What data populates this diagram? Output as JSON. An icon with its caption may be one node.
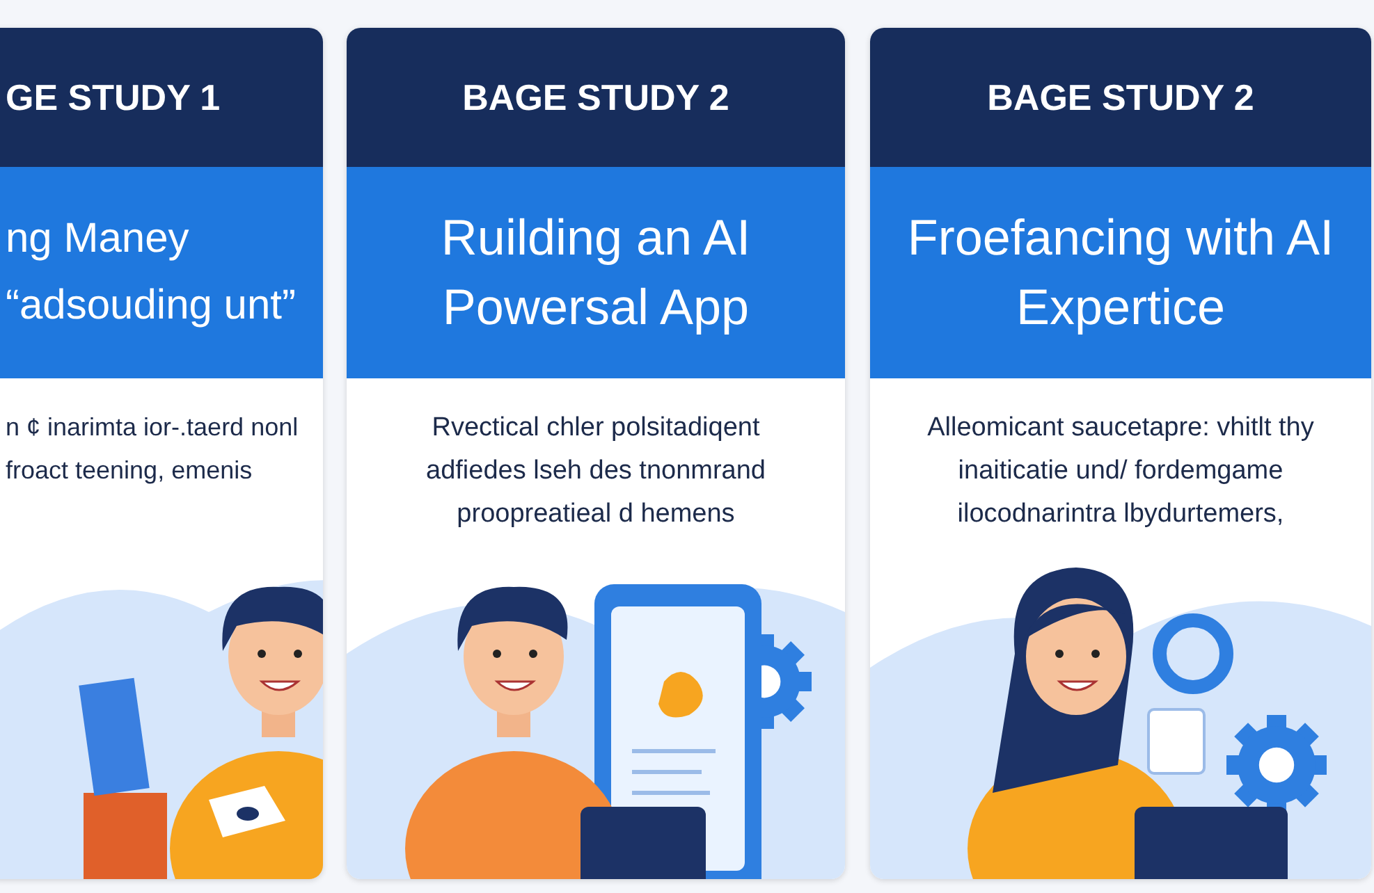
{
  "diagram": {
    "nodes": [
      {
        "text": [
          "GE STUDY 1",
          "ng Maney “adsouding unt”",
          "n ¢ inarimta ior-.taerd nonl froact teening, emenis"
        ]
      },
      {
        "text": [
          "BAGE STUDY 2",
          "Ruilding an AI Powersal App",
          "Rvectical chler polsitadiqent adfiedes lseh des tnonmrand proopreatieal d hemens"
        ]
      },
      {
        "text": [
          "BAGE STUDY 2",
          "Froefancing with AI Expertice",
          "Alleomicant saucetapre: vhitlt thy inaiticatie und/ fordemgame ilocodnarintra lbydurtemers,"
        ]
      }
    ]
  }
}
